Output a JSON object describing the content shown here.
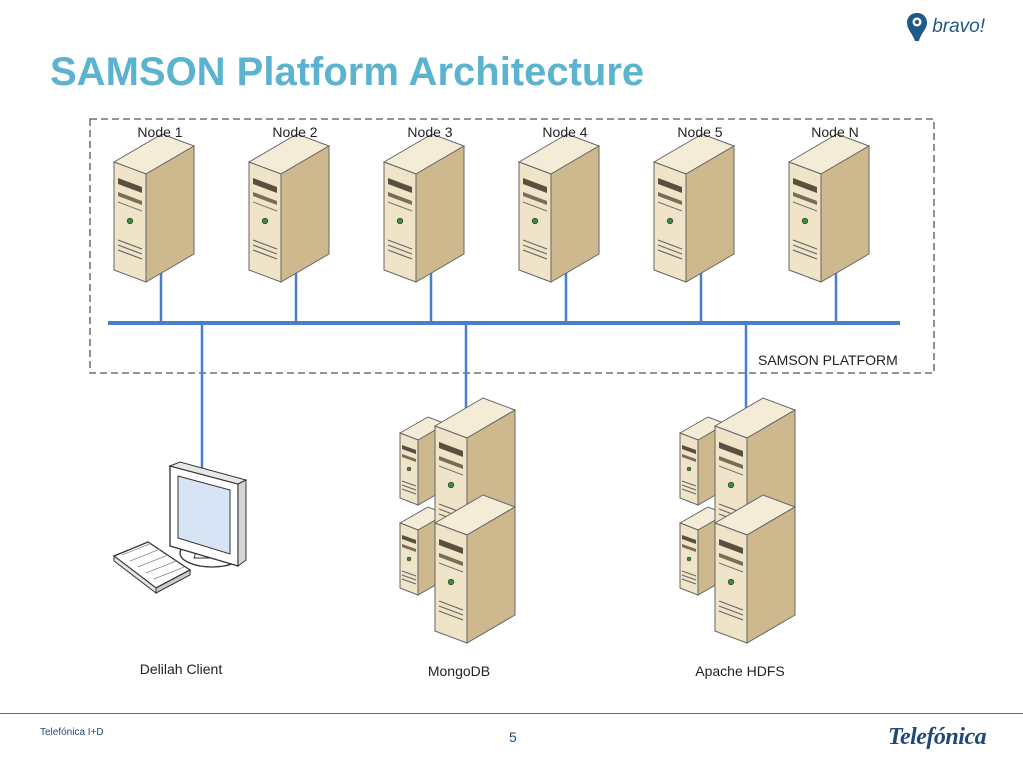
{
  "header": {
    "title": "SAMSON Platform Architecture"
  },
  "logo": {
    "text": "bravo!",
    "icon": "bravo-pin-icon"
  },
  "diagram": {
    "platform_label": "SAMSON PLATFORM",
    "nodes": [
      "Node 1",
      "Node 2",
      "Node 3",
      "Node 4",
      "Node 5",
      "Node N"
    ],
    "components": [
      "Delilah Client",
      "MongoDB",
      "Apache HDFS"
    ],
    "colors": {
      "bus": "#4a7fc8",
      "server_front": "#efe3c8",
      "server_side": "#c8b48a",
      "border": "#555555"
    }
  },
  "footer": {
    "left": "Telefónica I+D",
    "page": "5",
    "brand": "Telefónica"
  }
}
